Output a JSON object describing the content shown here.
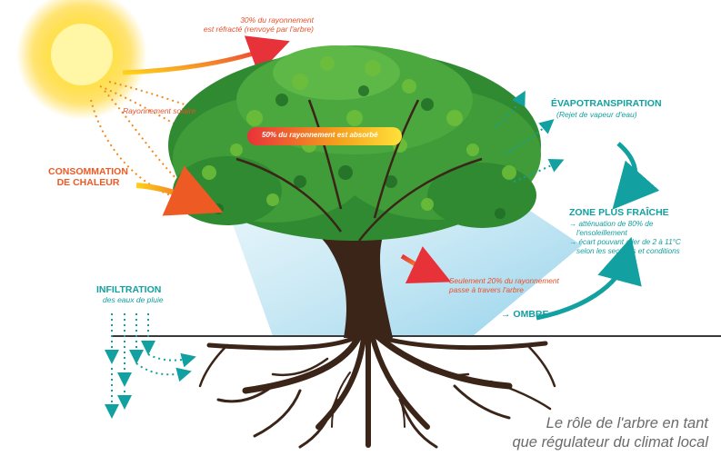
{
  "labels": {
    "refracted": "30% du rayonnement est réfracté (renvoyé par l'arbre)",
    "refracted_l1": "30% du rayonnement",
    "refracted_l2": "est réfracté (renvoyé par l'arbre)",
    "solar": "Rayonnement solaire",
    "absorbed": "50% du rayonnement est absorbé",
    "consumption_l1": "CONSOMMATION",
    "consumption_l2": "DE CHALEUR",
    "evapo_title": "ÉVAPOTRANSPIRATION",
    "evapo_sub": "(Rejet de vapeur d'eau)",
    "cool_title": "ZONE PLUS FRAÎCHE",
    "cool_b1_l1": "→ atténuation de 80% de",
    "cool_b1_l2": "l'ensoleillement",
    "cool_b2_l1": "→ écart pouvant aller de 2 à 11°C",
    "cool_b2_l2": "selon les secteurs et conditions",
    "infiltration_title": "INFILTRATION",
    "infiltration_sub": "des eaux de pluie",
    "passes_l1": "Seulement 20% du rayonnement",
    "passes_l2": "passe à travers l'arbre",
    "shade": "→ OMBRE"
  },
  "caption": {
    "line1": "Le rôle de l'arbre en tant",
    "line2": "que régulateur du climat local"
  },
  "colors": {
    "orange": "#e8502b",
    "teal": "#12a0a0",
    "leaf_dark": "#1f7a2e",
    "leaf_light": "#6fbf3a",
    "trunk": "#3b2418",
    "shade": "#bfe3f0",
    "sun": "#ffd21a"
  },
  "icons": [
    "sun-icon",
    "tree-icon",
    "roots-icon",
    "ground-line"
  ]
}
